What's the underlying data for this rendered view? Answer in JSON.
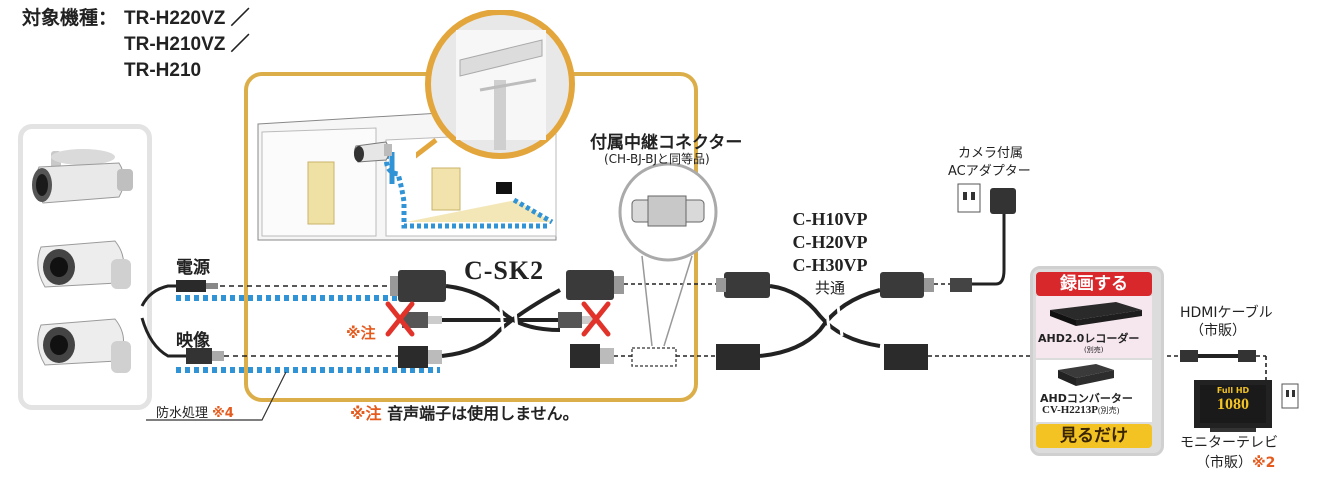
{
  "models": {
    "label": "対象機種：",
    "list": [
      "TR-H220VZ ／",
      "TR-H210VZ ／",
      "TR-H210"
    ]
  },
  "labels": {
    "power": "電源",
    "video": "映像",
    "kit": "C-SK2",
    "note_mark": "※注",
    "note_mark_bottom": "※注",
    "note_text": "音声端子は使用しません。",
    "waterproof": "防水処理",
    "waterproof_ref": "※4",
    "connector_title": "付属中継コネクター",
    "connector_sub": "(CH-BJ-BJと同等品)",
    "adapter_line1": "カメラ付属",
    "adapter_line2": "ACアダプター",
    "cable_models": [
      "C-H10VP",
      "C-H20VP",
      "C-H30VP"
    ],
    "cable_common": "共通",
    "hdmi_line1": "HDMIケーブル",
    "hdmi_line2": "（市販）",
    "record_header": "録画する",
    "recorder_name": "AHD2.0レコーダー",
    "recorder_note": "(別売)",
    "converter_name": "AHDコンバーター",
    "converter_model": "CV-H2213P",
    "converter_note": "(別売)",
    "view_footer": "見るだけ",
    "tv_line1": "モニターテレビ",
    "tv_line2": "（市販）",
    "tv_ref": "※2",
    "tv_screen_top": "Full HD",
    "tv_screen_num": "1080"
  },
  "colors": {
    "kit_border": "#dcae49",
    "waterproof_dots": "#2f93d6",
    "note_accent": "#e55a1d",
    "record_red": "#d8282c",
    "view_yellow": "#f3c324",
    "cross_red": "#e2332b"
  },
  "icons": [
    "camera-icon",
    "outlet-icon",
    "ac-adapter-icon",
    "bnc-connector-icon",
    "rca-connector-icon",
    "cross-icon",
    "recorder-icon",
    "converter-icon",
    "tv-icon",
    "hdmi-plug-icon"
  ]
}
